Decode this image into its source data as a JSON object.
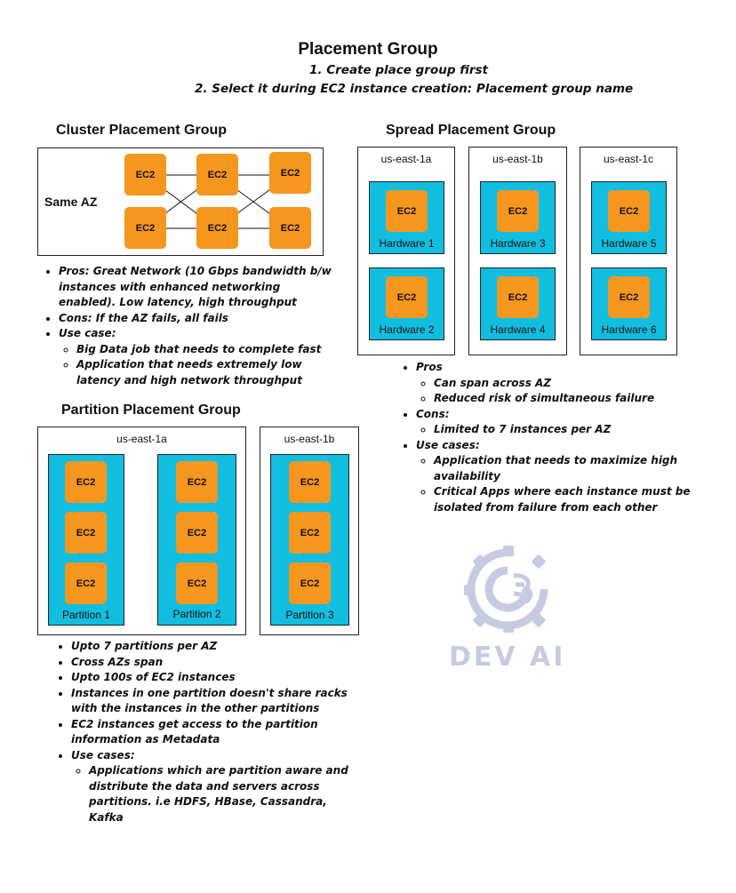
{
  "header": {
    "title": "Placement Group",
    "step1": "1. Create place group first",
    "step2": "2. Select it during EC2 instance creation: Placement group name"
  },
  "cluster": {
    "title": "Cluster Placement Group",
    "az_label": "Same AZ",
    "instance_label": "EC2",
    "pros": "Pros: Great Network (10 Gbps bandwidth b/w instances with enhanced networking enabled). Low latency, high throughput",
    "cons": "Cons: If the AZ fails, all fails",
    "use_case_title": "Use case:",
    "use_cases": [
      "Big Data job that needs to complete fast",
      "Application that needs extremely low latency and high network throughput"
    ]
  },
  "spread": {
    "title": "Spread Placement Group",
    "azs": [
      "us-east-1a",
      "us-east-1b",
      "us-east-1c"
    ],
    "hardware": [
      "Hardware 1",
      "Hardware 2",
      "Hardware 3",
      "Hardware 4",
      "Hardware 5",
      "Hardware 6"
    ],
    "instance_label": "EC2",
    "pros_title": "Pros",
    "pros": [
      "Can span across AZ",
      "Reduced risk of simultaneous failure"
    ],
    "cons_title": "Cons:",
    "cons": [
      "Limited to 7 instances per AZ"
    ],
    "use_cases_title": "Use cases:",
    "use_cases": [
      "Application that needs to maximize high availability",
      "Critical Apps where each instance must be isolated from failure from each other"
    ]
  },
  "partition": {
    "title": "Partition Placement Group",
    "azs": [
      "us-east-1a",
      "us-east-1b"
    ],
    "partitions": [
      "Partition 1",
      "Partition 2",
      "Partition 3"
    ],
    "instance_label": "EC2",
    "bullets": [
      "Upto 7 partitions per AZ",
      "Cross AZs span",
      "Upto 100s of EC2 instances",
      "Instances in one partition doesn't share racks with the instances in the other partitions",
      "EC2 instances get access to the partition information as Metadata"
    ],
    "use_cases_title": "Use cases:",
    "use_cases": [
      "Applications which are partition aware and distribute the data and servers across partitions. i.e HDFS, HBase, Cassandra, Kafka"
    ]
  },
  "watermark": {
    "text": "DEV AI",
    "color": "#c7cbe2"
  },
  "colors": {
    "ec2": "#f5961f",
    "hardware": "#11bee0"
  }
}
